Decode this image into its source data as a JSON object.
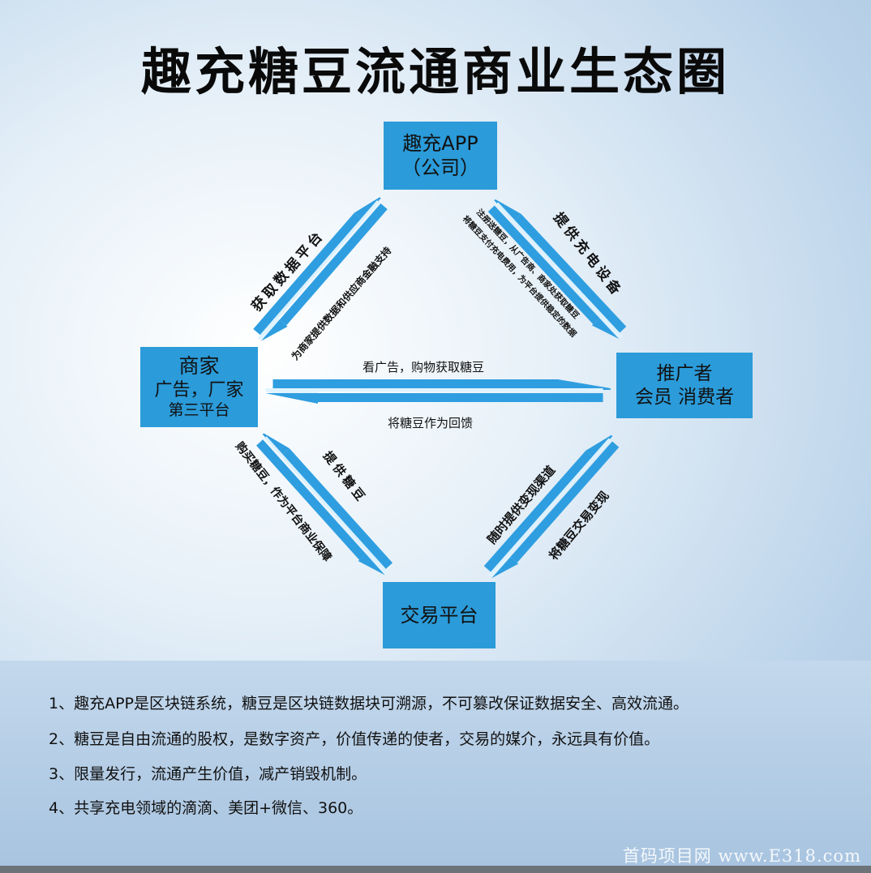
{
  "title": "趣充糖豆流通商业生态圈",
  "nodes": {
    "app": {
      "line1": "趣充APP",
      "line2": "（公司）"
    },
    "merchant": {
      "line1": "商家",
      "line2": "广告，厂家",
      "line3": "第三平台"
    },
    "promoter": {
      "line1": "推广者",
      "line2": "会员  消费者"
    },
    "exchange": {
      "line1": "交易平台"
    }
  },
  "arrows": {
    "merchant_app": {
      "outer": "获取数据平台",
      "inner": "为商家提供数据和供应商金融支持"
    },
    "app_promoter": {
      "outer": "提供充电设备",
      "inner1": "注册送糖豆，从广告商、商家处获取糖豆",
      "inner2": "将糖豆支付充电费用，为平台提供稳定的数据"
    },
    "merchant_promoter": {
      "top": "看广告，购物获取糖豆",
      "bottom": "将糖豆作为回馈"
    },
    "merchant_exchange": {
      "outer": "购买糖豆，作为平台商业保障",
      "inner": "提供糖豆"
    },
    "exchange_promoter": {
      "inner": "随时提供变现渠道",
      "outer": "将糖豆交易变现"
    }
  },
  "notes": [
    "1、趣充APP是区块链系统，糖豆是区块链数据块可溯源，不可篡改保证数据安全、高效流通。",
    "2、糖豆是自由流通的股权，是数字资产，价值传递的使者，交易的媒介，永远具有价值。",
    "3、限量发行，流通产生价值，减产销毁机制。",
    "4、共享充电领域的滴滴、美团+微信、360。"
  ],
  "watermark": "首码项目网 www.E318.com",
  "colors": {
    "box": "#2b9bd9",
    "arrow": "#2f9ee0",
    "arrow_edge": "#d8f0ff"
  }
}
